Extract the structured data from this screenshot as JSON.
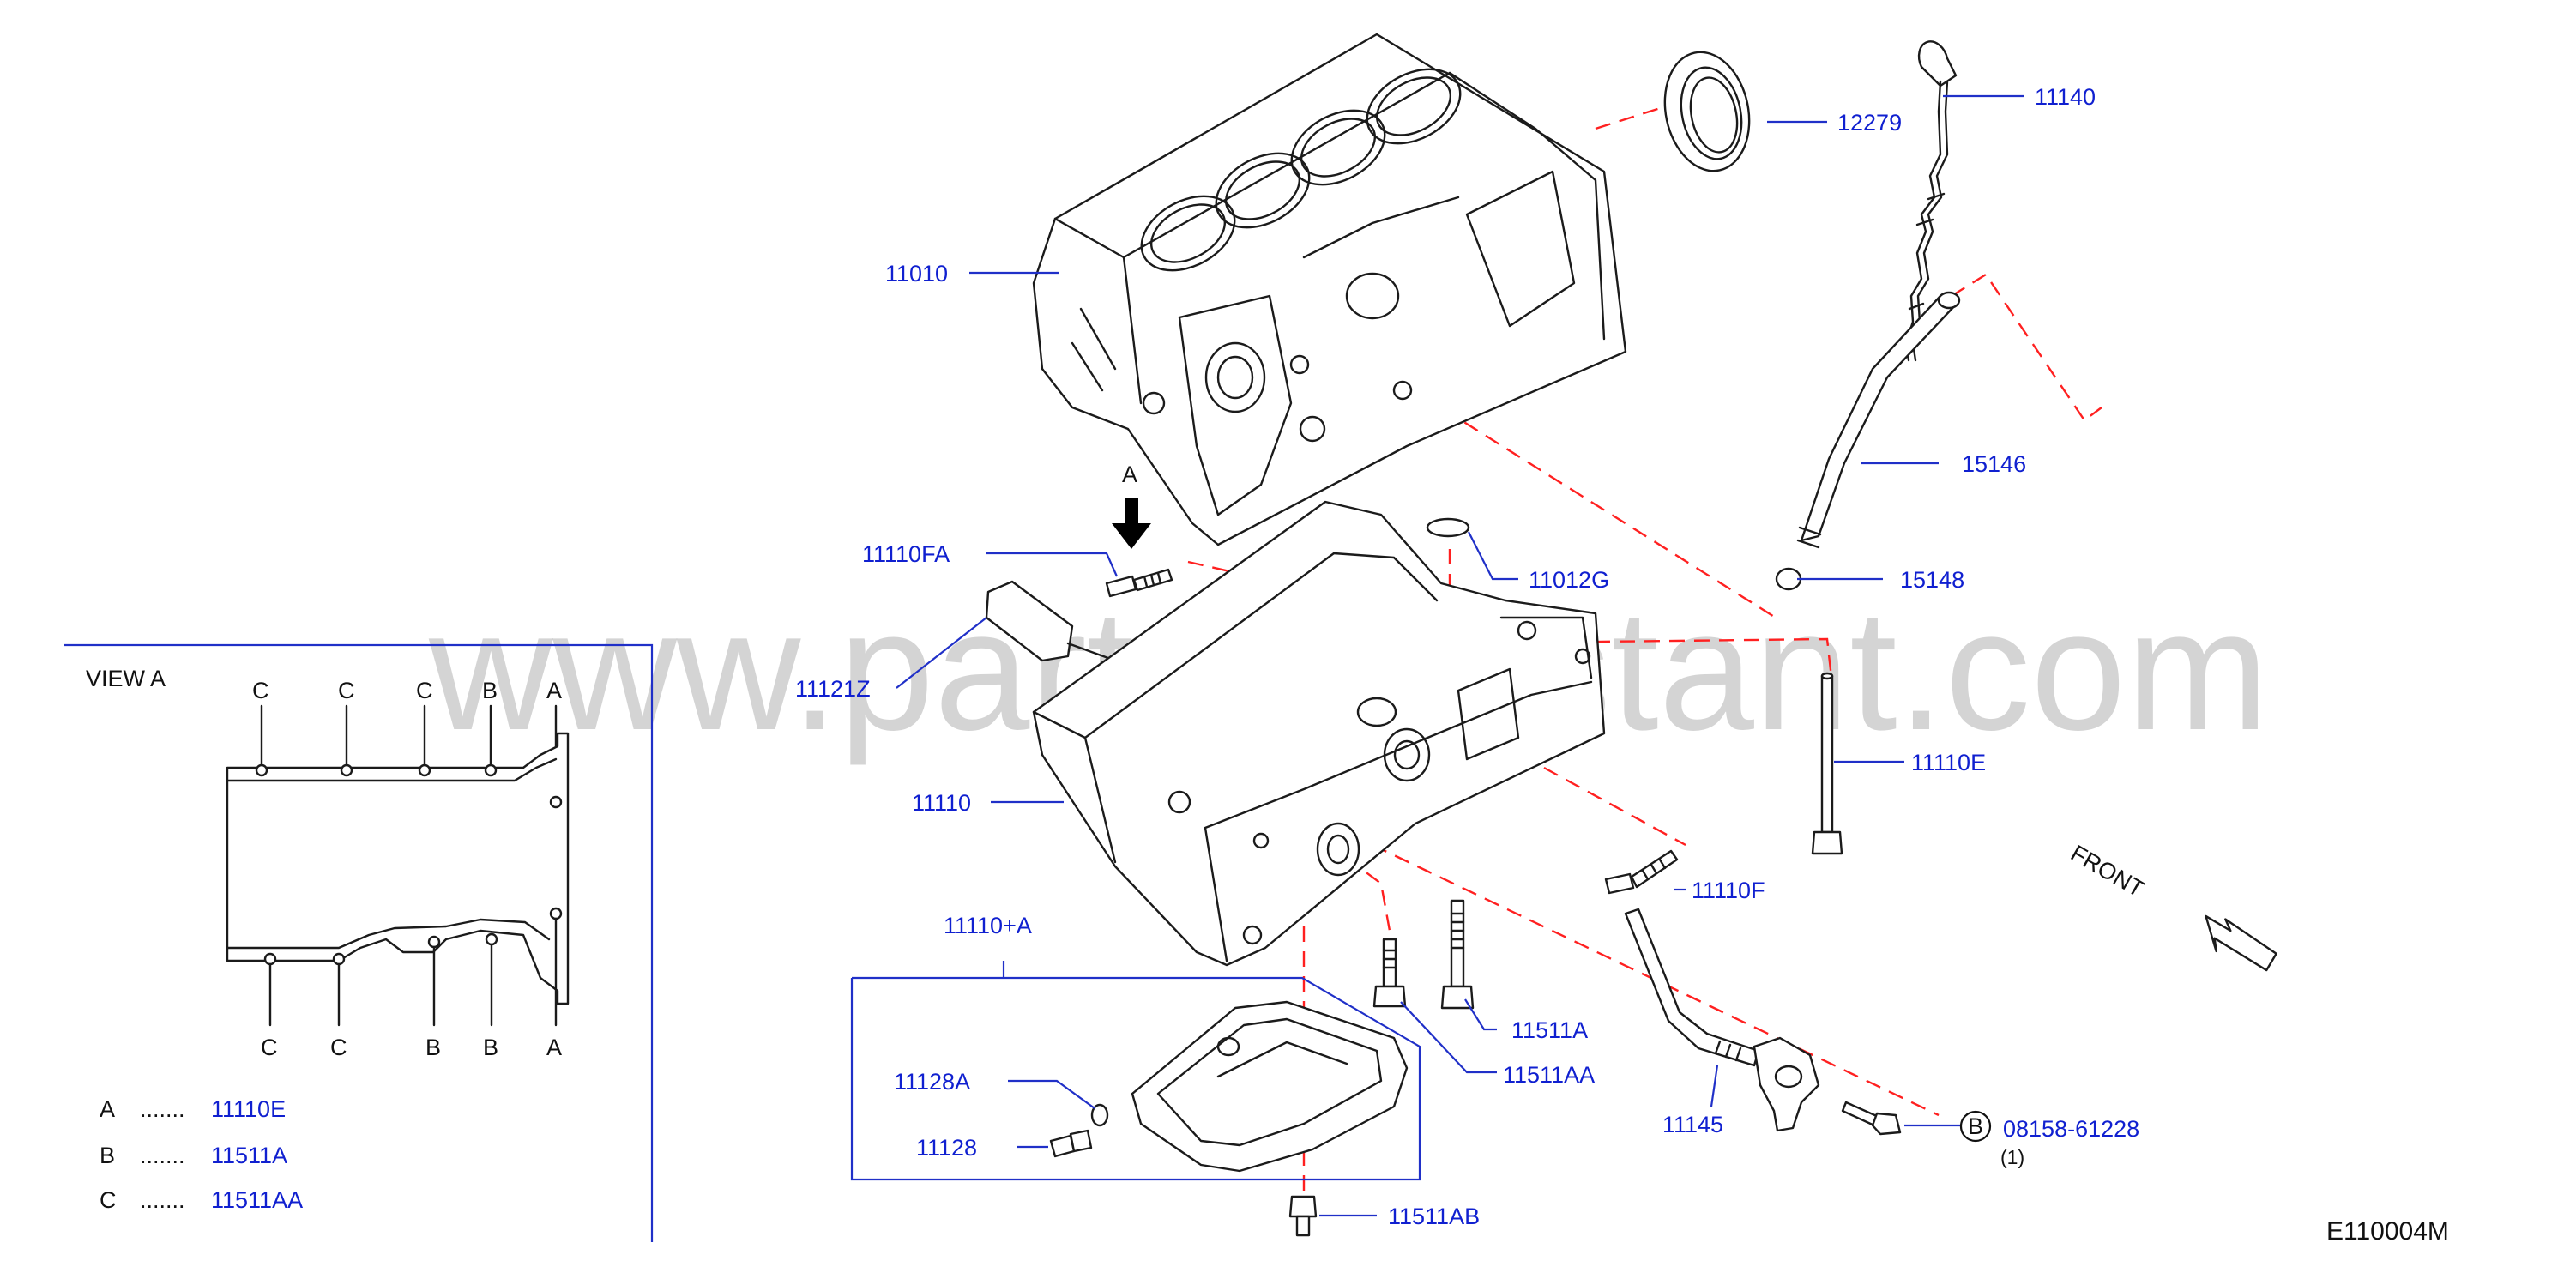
{
  "diagram_code": "E110004M",
  "watermark": "www.partsassistant.com",
  "front_label": "FRONT",
  "view": {
    "title": "VIEW   A",
    "arrow_letter": "A",
    "top_markers": [
      "C",
      "C",
      "C",
      "B",
      "A"
    ],
    "bottom_markers": [
      "C",
      "C",
      "B",
      "B",
      "A"
    ],
    "legend": [
      {
        "key": "A",
        "dots": ".......",
        "part": "11110E"
      },
      {
        "key": "B",
        "dots": ".......",
        "part": "11511A"
      },
      {
        "key": "C",
        "dots": ".......",
        "part": "11511AA"
      }
    ]
  },
  "parts": {
    "p11010": "11010",
    "p12279": "12279",
    "p11140": "11140",
    "p15146": "15146",
    "p15148": "15148",
    "p11110FA": "11110FA",
    "p11012G": "11012G",
    "p11121Z": "11121Z",
    "p11110E": "11110E",
    "p11110": "11110",
    "p11110F": "11110F",
    "p11110A": "11110+A",
    "p11511A": "11511A",
    "p11511AA": "11511AA",
    "p11128A": "11128A",
    "p11128": "11128",
    "p11145": "11145",
    "p08158": "08158-61228",
    "p08158_circle": "B",
    "p08158_qty": "(1)",
    "p11511AB": "11511AB"
  },
  "colors": {
    "part_label": "#1020d0",
    "leader_line": "#2030c8",
    "dashed_guide": "#ff2020",
    "outline": "#1b1b1b"
  }
}
